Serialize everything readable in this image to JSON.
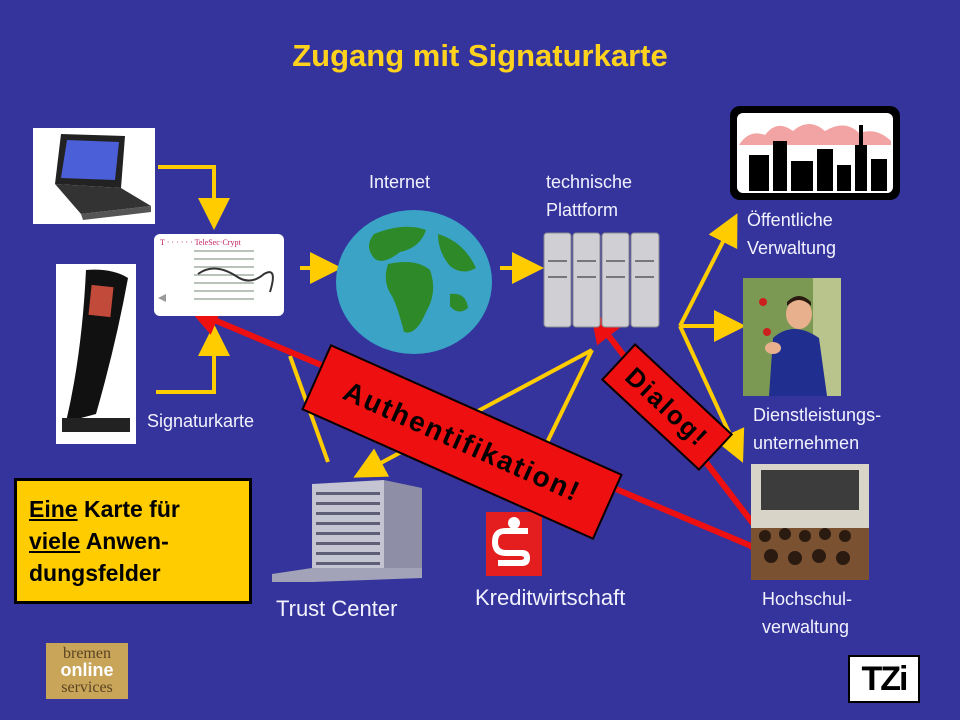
{
  "title": "Zugang mit Signaturkarte",
  "labels": {
    "internet": "Internet",
    "platform_line1": "technische",
    "platform_line2": "Plattform",
    "signaturkarte": "Signaturkarte",
    "trust_center": "Trust Center",
    "kreditwirtschaft": "Kreditwirtschaft",
    "oeffentliche_line1": "Öffentliche",
    "oeffentliche_line2": "Verwaltung",
    "dienst_line1": "Dienstleistungs-",
    "dienst_line2": "unternehmen",
    "hochschul_line1": "Hochschul-",
    "hochschul_line2": "verwaltung"
  },
  "banners": {
    "authentifikation": "Authentifikation!",
    "dialog": "Dialog!"
  },
  "infobox": {
    "eine": "Eine",
    "karte_fuer": " Karte für",
    "viele": "viele",
    "anwen": " Anwen-",
    "dungsfelder": "dungsfelder"
  },
  "card": {
    "brand": "T · · · · · · TeleSec·Crypt"
  },
  "logos": {
    "bos_line1": "bremen",
    "bos_line2": "online",
    "bos_line3": "services",
    "tzi": "TZi"
  },
  "colors": {
    "background": "#34349c",
    "title": "#ffd21e",
    "arrow_yellow": "#ffcc00",
    "arrow_red": "#ee1010"
  }
}
